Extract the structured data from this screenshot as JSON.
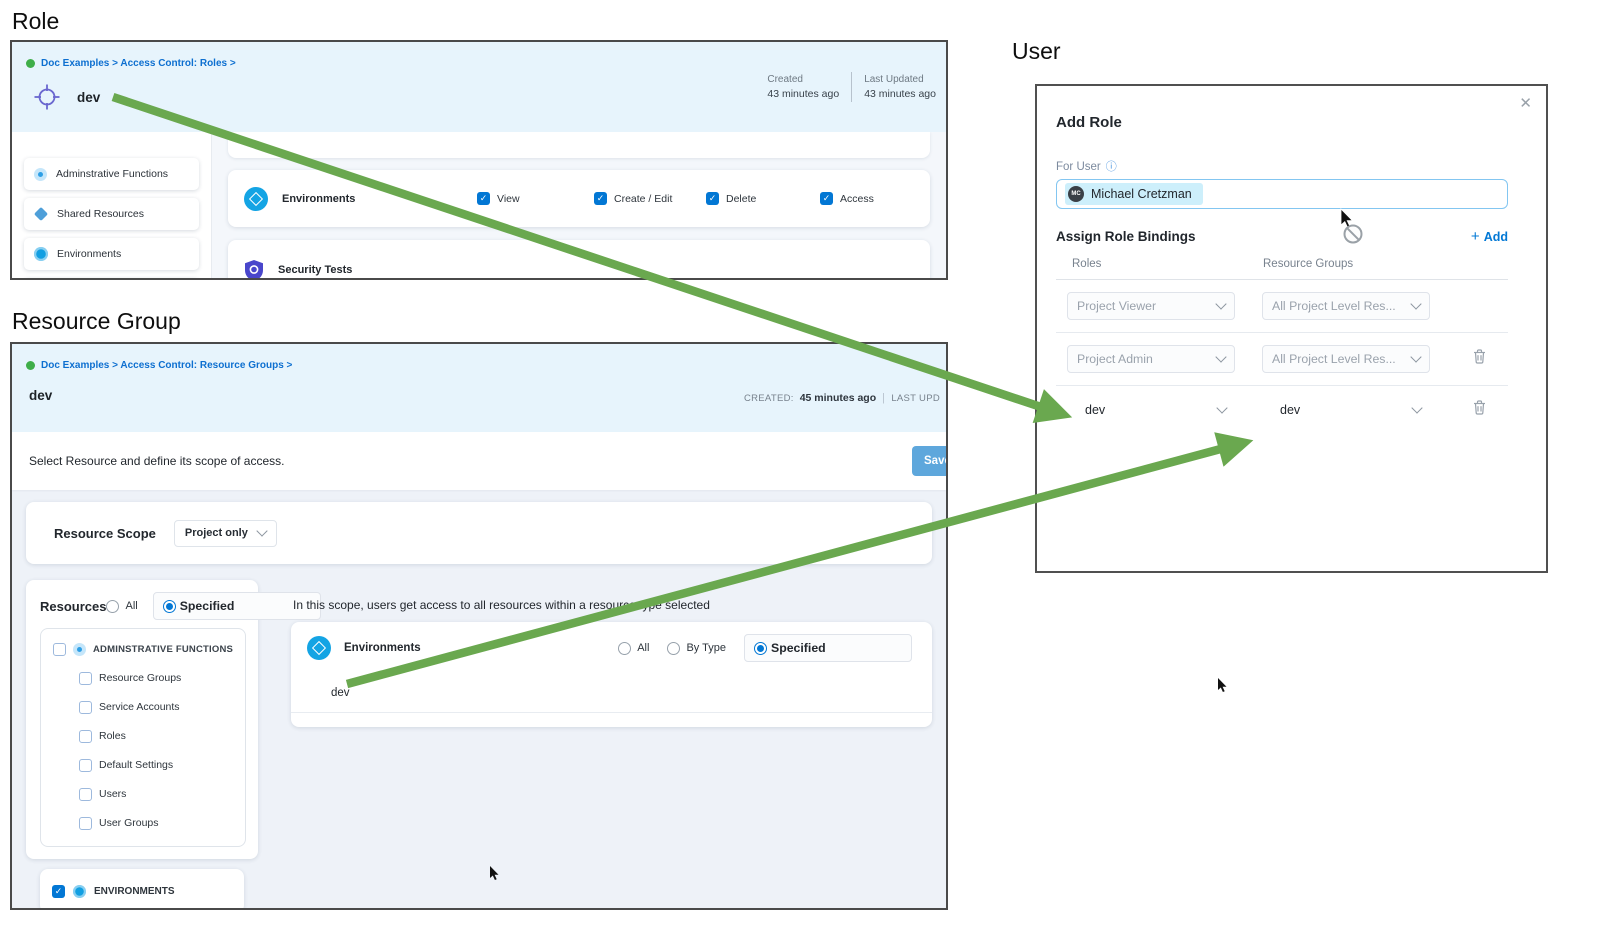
{
  "colors": {
    "accent_blue": "#0278d5",
    "arrow_green": "#6aa84f",
    "panel_header_blue": "#e7f4fc",
    "save_button_blue": "#5ea7dc"
  },
  "icons": {
    "check": "✓",
    "close": "✕",
    "info": "ⓘ",
    "add_plus": "+"
  },
  "role": {
    "heading": "Role",
    "breadcrumb": "Doc Examples > Access Control: Roles >",
    "title": "dev",
    "meta": {
      "created_label": "Created",
      "created_value": "43 minutes ago",
      "updated_label": "Last Updated",
      "updated_value": "43 minutes ago"
    },
    "sidebar": [
      {
        "label": "Adminstrative Functions"
      },
      {
        "label": "Shared Resources"
      },
      {
        "label": "Environments"
      }
    ],
    "permissions": {
      "resource": "Environments",
      "checkboxes": [
        "View",
        "Create / Edit",
        "Delete",
        "Access"
      ],
      "next_resource": "Security Tests"
    }
  },
  "resource_group": {
    "heading": "Resource Group",
    "breadcrumb": "Doc Examples > Access Control: Resource Groups >",
    "title": "dev",
    "meta": {
      "created_label": "CREATED:",
      "created_value": "45 minutes ago",
      "updated_label": "LAST UPD"
    },
    "subtitle": "Select Resource and define its scope of access.",
    "save_label": "Save",
    "scope": {
      "label": "Resource Scope",
      "value": "Project only"
    },
    "resources": {
      "label": "Resources",
      "options": [
        "All",
        "Specified"
      ],
      "selected": "Specified"
    },
    "tree": {
      "parent": "ADMINSTRATIVE FUNCTIONS",
      "children": [
        "Resource Groups",
        "Service Accounts",
        "Roles",
        "Default Settings",
        "Users",
        "User Groups"
      ],
      "parent2": "ENVIRONMENTS"
    },
    "scope_panel": {
      "hint": "In this scope, users get access to all resources within a resource type selected",
      "resource": "Environments",
      "options": [
        "All",
        "By Type",
        "Specified"
      ],
      "selected": "Specified",
      "value": "dev"
    }
  },
  "user": {
    "heading": "User",
    "dialog_title": "Add Role",
    "for_user_label": "For User",
    "chip": {
      "name": "Michael Cretzman",
      "initials": "MC"
    },
    "assign_label": "Assign Role Bindings",
    "add_label": "Add",
    "columns": {
      "roles": "Roles",
      "resource_groups": "Resource Groups"
    },
    "bindings": [
      {
        "role": "Project Viewer",
        "resource_group": "All Project Level Res..."
      },
      {
        "role": "Project Admin",
        "resource_group": "All Project Level Res..."
      },
      {
        "role": "dev",
        "resource_group": "dev"
      }
    ]
  }
}
